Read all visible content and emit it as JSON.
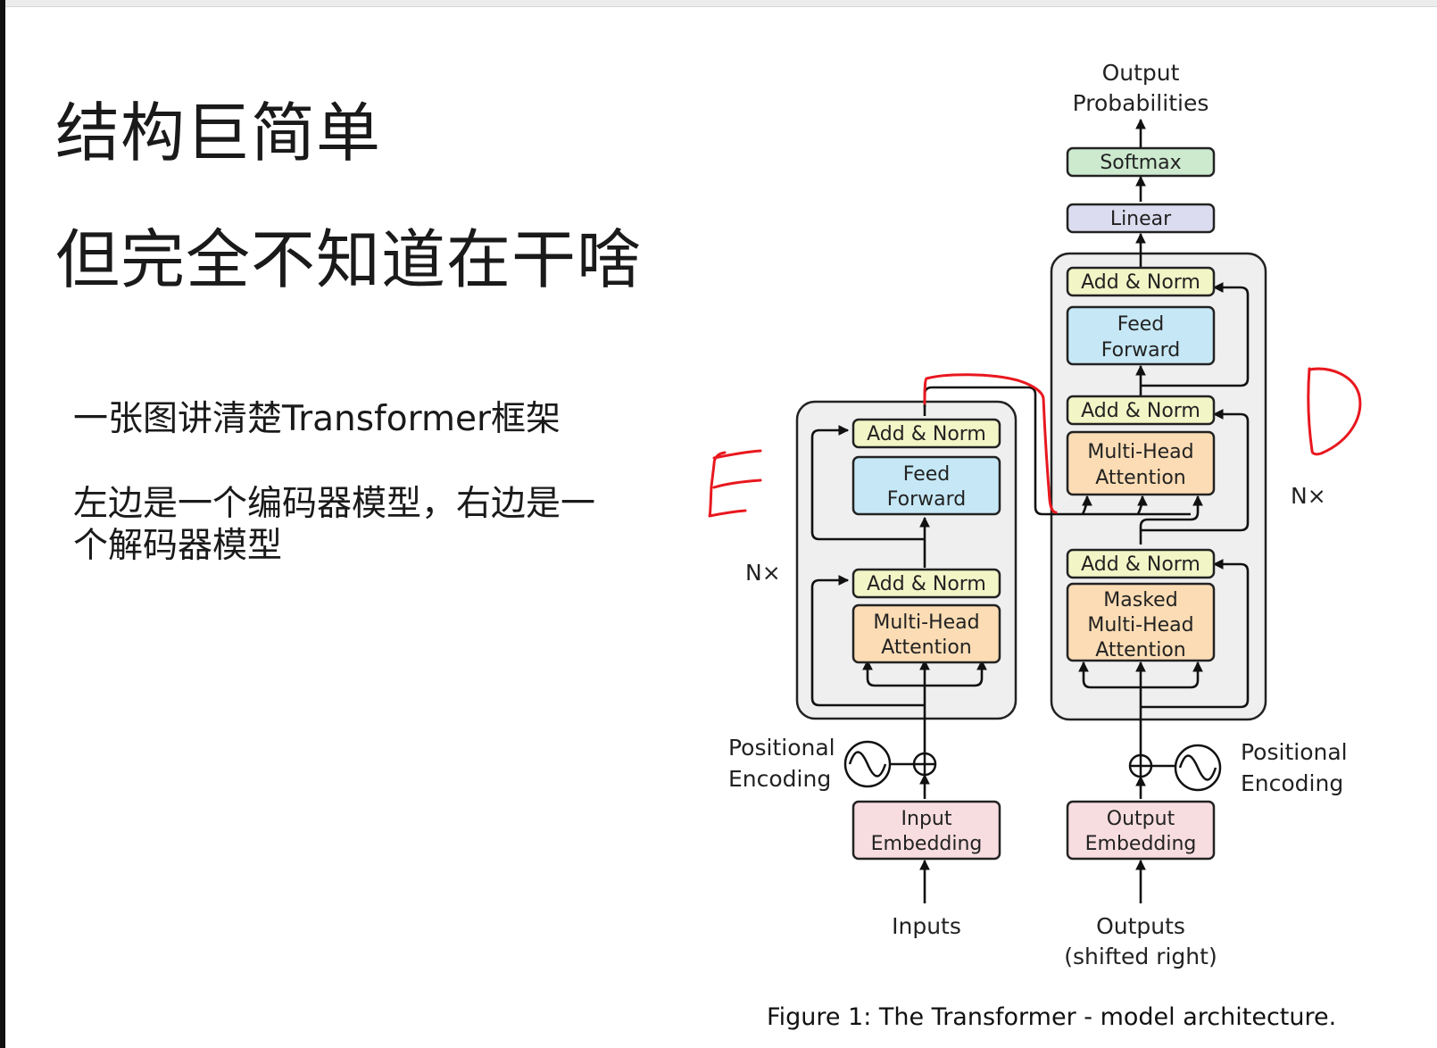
{
  "slide": {
    "title_line1": "结构巨简单",
    "title_line2": "但完全不知道在干啥",
    "desc_line1": "一张图讲清楚Transformer框架",
    "desc_line2": "左边是一个编码器模型，右边是一",
    "desc_line3": "个解码器模型"
  },
  "diagram": {
    "output_prob": [
      "Output",
      "Probabilities"
    ],
    "softmax": "Softmax",
    "linear": "Linear",
    "add_norm": "Add & Norm",
    "feed_forward": [
      "Feed",
      "Forward"
    ],
    "multi_head": [
      "Multi-Head",
      "Attention"
    ],
    "masked_multi_head": [
      "Masked",
      "Multi-Head",
      "Attention"
    ],
    "nx": "N×",
    "positional_encoding": [
      "Positional",
      "Encoding"
    ],
    "input_embedding": [
      "Input",
      "Embedding"
    ],
    "output_embedding": [
      "Output",
      "Embedding"
    ],
    "inputs": "Inputs",
    "outputs": [
      "Outputs",
      "(shifted right)"
    ],
    "caption": "Figure 1: The Transformer - model architecture.",
    "colors": {
      "add_norm": "#f2f5c6",
      "feed_forward": "#c6e8f6",
      "attention": "#fbdcb4",
      "embedding": "#f8dde0",
      "softmax": "#cdeacf",
      "linear": "#dcdcf0",
      "stack_bg": "#efefef",
      "annotation": "#e8181f"
    }
  }
}
